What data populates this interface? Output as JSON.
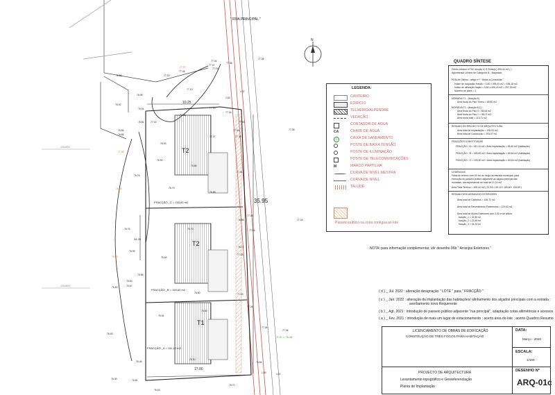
{
  "street_label": "\" RUA PRINCIPAL \"",
  "north_label": "N",
  "plan": {
    "dims": {
      "top": "10.25",
      "right": "35.95",
      "bottom": "17.00",
      "d1": "1.60",
      "d2": "1.80",
      "d3": "4.37",
      "d4": "4.37",
      "d5": "34.29"
    },
    "grid_labels": [
      "-231630",
      "-231650"
    ],
    "fractions": [
      {
        "name": "FRACÇÃO _C = 153,50 m2",
        "id": "T2"
      },
      {
        "name": "FRACÇÃO _B = 169,60 m2",
        "id": "T2"
      },
      {
        "name": "FRACÇÃO _A = 151,10 m2",
        "id": "T1"
      }
    ],
    "cs_label": "C.S. = 76.16",
    "elevations": [
      "77.44",
      "77.47",
      "77.15",
      "77.38",
      "77.36",
      "76.88",
      "77.57",
      "77.45",
      "77.20",
      "77.10",
      "76.96",
      "76.92",
      "76.91",
      "77.06",
      "77.13",
      "77.16",
      "76.81",
      "77.02",
      "76.84",
      "76.85",
      "77.35",
      "77.53",
      "77.05",
      "76.93",
      "77.07",
      "77.35",
      "76.90",
      "76.86",
      "77.31",
      "76.79",
      "76.76",
      "76.94",
      "76.85",
      "76.86",
      "77.43",
      "76.75",
      "76.70",
      "76.99",
      "77.26",
      "77.28",
      "76.93",
      "76.64",
      "76.74",
      "76.56",
      "76.63",
      "76.67",
      "76.82",
      "76.80",
      "77.43",
      "76.54",
      "76.60",
      "77.26",
      "76.40",
      "77.36",
      "77.26",
      "76.46",
      "76.90",
      "76.84",
      "76.39",
      "76.43",
      "76.70",
      "76.81",
      "77.35",
      "77.26"
    ]
  },
  "legend": {
    "title": "LEGENDA:",
    "items": [
      "CANTEIRO",
      "EDIFÍCIO",
      "TELHEIRO/ALPENDRE",
      "VEDAÇÃO",
      "CONTADOR DE ÁGUA",
      "CHAVE DE ÁGUA",
      "CAIXA DE SANEAMENTO",
      "POSTE DE BAIXA TENSÃO",
      "POSTE DE ILUMINAÇÃO",
      "POSTE DE TELECOMUNICAÇÕES",
      "MARCO PARTILHA",
      "CURVA DE NÍVEL MESTRA",
      "CURVA DE NÍVEL",
      "TALUDE"
    ],
    "symbol_codes": [
      "CA",
      "D",
      "M"
    ],
    "passeio": "Passeio público na zona contígua ao lote"
  },
  "note": "NOTA: para informação complementar, vêr desenho 06b \" Arranjos Exteriores \"",
  "quadro": {
    "title": "QUADRO SÍNTESE",
    "s1": [
      "Prédio Urbano nº752, secção V, S.Tomé(s.) 495,44 m2 ( )",
      "Aglomerado Urbano de Categoria III - Malpeado",
      "PDM de Oleiros - artigo nº* \" Áreas a Consolidar \"",
      "Índice de ocupação: fração = 0,40 x 495,44 m2 = 198,18 m2",
      "Índice de utilização fração = 0,60 x 495,44 m2 = 297,26 m2",
      "Número de pisos = 2"
    ],
    "s2": [
      "MORADIA T1 - (fracção A)",
      "Área bruta do Piso Térreo = 65,60 m2",
      "MORADIA T2 - (fracção B,C)",
      "Área bruta do Piso 0 = 65,64 m2",
      "Área bruta do Piso 1 = 48,07 m2",
      "Área bruta total = 113,71 m2"
    ],
    "s3": [
      "RESUMO DO PROJECTO DE ARQUITECTURA",
      "Área total de Implantação = 196,93 m2",
      "Área total de Construção = 293,07 m2"
    ],
    "s4": [
      "FRACÇÕES CONSTITUIDAS",
      "FRACÇÃO - A = 151,10 m2 / Área Implantação = 65,60 m2 (habitação)",
      "FRACÇÃO - B = 169,60 m2 / Área Implantação = 65,64 m2 (habitação)",
      "FRACÇÃO - C = 153,50 m2 / Área Implantação = 65,64 m2 (habitação)"
    ],
    "s5": [
      "CEDÊNCIAS",
      "Faixa de terreno com 60 cm ao longo da estrada municipal, para",
      "execução do passeio público adjacente ao alçado principal das",
      "moradias, correspondendo ao total de 21,24 m2",
      "Área Total Terreno = 495,44 m2 ( 21,24= 151,10+ 169,60+ 153,50 )"
    ],
    "s6": [
      "RESUMO DOS ARRANJOS EXTERIORES",
      "Área total de Canteiros = 135,72 m2",
      "Área total de Revestimento Pavimentos = 123,63 m2",
      "Área total de Muros Exteriores com 2,00 m de altura:",
      "fracção_1 = 32,50 ml",
      "fracção_2 = 23,46 ml",
      "fracção_3 = 34,24 ml"
    ]
  },
  "revisions": [
    "( d ) _ Jul. 2022 : alteração designação \" LOTE \" para \" FRACÇÃO \"",
    "( c ) _ Jan. 2022 : alteração da implantação das habitações/ alinhamento dos alçados principais com a estrada ;",
    "averbamento novo Requerente",
    "( b ) _ Agt. 2021 : introdução de passeio público adjacente \"rua principal\", adaptação cotas altimétricas e acessos",
    "( a ) _ Fev. 2021 : introdução de mais um lugar de estacionamento ; acerto área do lote ; acerto Quadros Resumo"
  ],
  "title_block": {
    "licence": "LICENCIAMENTO DE OBRAS DE EDIFICAÇÃO",
    "construction": "CONSTRUÇÃO DE TRÊS FOGOS PARA HABITAÇÃO",
    "project": "PROJECTO DE ARQUITECTURA",
    "survey": "Levantamento topográfico  e  Georeferenciação",
    "plan": "Planta de Implantação",
    "date_label": "DATA:",
    "date": "Março - 2020",
    "scale_label": "ESCALA:",
    "scale": "1/100",
    "drawing_label": "DESENHO Nº",
    "drawing_no": "ARQ-01c"
  }
}
